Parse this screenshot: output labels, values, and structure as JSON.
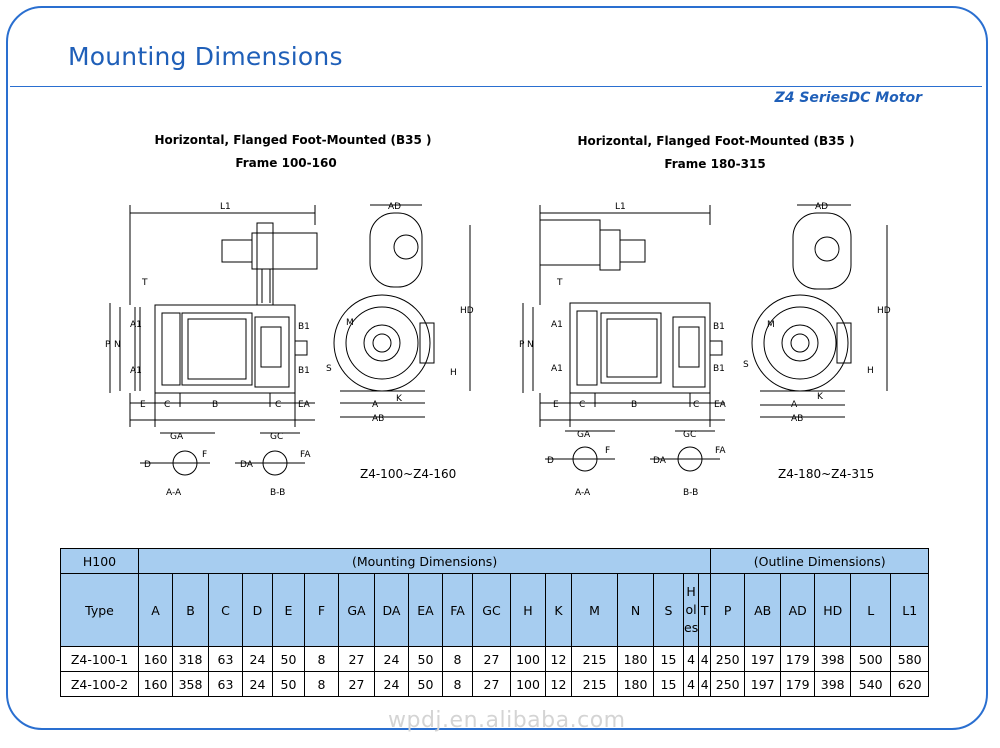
{
  "header": {
    "title": "Mounting Dimensions",
    "series": "Z4 SeriesDC Motor"
  },
  "figures": [
    {
      "caption_line1": "Horizontal, Flanged Foot-Mounted (B35 )",
      "caption_line2": "Frame 100-160",
      "model_range": "Z4-100~Z4-160"
    },
    {
      "caption_line1": "Horizontal, Flanged Foot-Mounted (B35 )",
      "caption_line2": "Frame 180-315",
      "model_range": "Z4-180~Z4-315"
    }
  ],
  "labels": {
    "L1": "L1",
    "AD": "AD",
    "HD": "HD",
    "P": "P",
    "N": "N",
    "A1": "A1",
    "B1": "B1",
    "T": "T",
    "E": "E",
    "C": "C",
    "B": "B",
    "EA": "EA",
    "A": "A",
    "AB": "AB",
    "H": "H",
    "S": "S",
    "M": "M",
    "K": "K",
    "GA": "GA",
    "GC": "GC",
    "D": "D",
    "F": "F",
    "DA": "DA",
    "FA": "FA",
    "AA": "A-A",
    "BB": "B-B"
  },
  "table": {
    "group_row": [
      "H100",
      "(Mounting Dimensions)",
      "(Outline Dimensions)"
    ],
    "columns": [
      "Type",
      "A",
      "B",
      "C",
      "D",
      "E",
      "F",
      "GA",
      "DA",
      "EA",
      "FA",
      "GC",
      "H",
      "K",
      "M",
      "N",
      "S",
      "Holes",
      "T",
      "P",
      "AB",
      "AD",
      "HD",
      "L",
      "L1"
    ],
    "holes_parts": [
      "H",
      "ol",
      "es"
    ],
    "rows": [
      [
        "Z4-100-1",
        "160",
        "318",
        "63",
        "24",
        "50",
        "8",
        "27",
        "24",
        "50",
        "8",
        "27",
        "100",
        "12",
        "215",
        "180",
        "15",
        "4",
        "4",
        "250",
        "197",
        "179",
        "398",
        "500",
        "580"
      ],
      [
        "Z4-100-2",
        "160",
        "358",
        "63",
        "24",
        "50",
        "8",
        "27",
        "24",
        "50",
        "8",
        "27",
        "100",
        "12",
        "215",
        "180",
        "15",
        "4",
        "4",
        "250",
        "197",
        "179",
        "398",
        "540",
        "620"
      ]
    ]
  },
  "watermark": "wpdj.en.alibaba.com"
}
